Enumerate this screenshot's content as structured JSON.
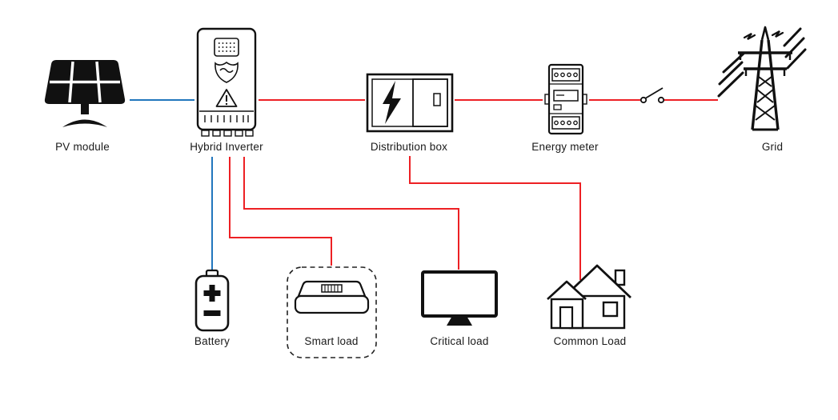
{
  "diagram": {
    "type": "hybrid-solar-energy-system-wiring-diagram",
    "colors": {
      "dc_line": "#2176bd",
      "ac_line": "#ed2024",
      "icon_outline": "#111111",
      "label_text": "#1a1a1a",
      "background": "#ffffff"
    },
    "nodes": {
      "pv_module": {
        "label": "PV module",
        "icon": "solar-panel-icon"
      },
      "hybrid_inverter": {
        "label": "Hybrid Inverter",
        "icon": "inverter-icon"
      },
      "distribution_box": {
        "label": "Distribution box",
        "icon": "distribution-box-icon"
      },
      "energy_meter": {
        "label": "Energy meter",
        "icon": "energy-meter-icon"
      },
      "grid": {
        "label": "Grid",
        "icon": "transmission-tower-icon"
      },
      "battery": {
        "label": "Battery",
        "icon": "battery-icon"
      },
      "smart_load": {
        "label": "Smart load",
        "icon": "smart-device-icon"
      },
      "critical_load": {
        "label": "Critical load",
        "icon": "monitor-icon"
      },
      "common_load": {
        "label": "Common Load",
        "icon": "house-icon"
      }
    },
    "connections": [
      {
        "from": "pv_module",
        "to": "hybrid_inverter",
        "type": "dc",
        "color": "#2176bd"
      },
      {
        "from": "hybrid_inverter",
        "to": "distribution_box",
        "type": "ac",
        "color": "#ed2024"
      },
      {
        "from": "distribution_box",
        "to": "energy_meter",
        "type": "ac",
        "color": "#ed2024"
      },
      {
        "from": "energy_meter",
        "to": "grid",
        "type": "ac",
        "via": "disconnect-switch",
        "color": "#ed2024"
      },
      {
        "from": "hybrid_inverter",
        "to": "battery",
        "type": "dc",
        "color": "#2176bd"
      },
      {
        "from": "hybrid_inverter",
        "to": "smart_load",
        "type": "ac",
        "color": "#ed2024"
      },
      {
        "from": "hybrid_inverter",
        "to": "critical_load",
        "type": "ac",
        "color": "#ed2024"
      },
      {
        "from": "distribution_box",
        "to": "common_load",
        "type": "ac",
        "color": "#ed2024"
      }
    ]
  }
}
